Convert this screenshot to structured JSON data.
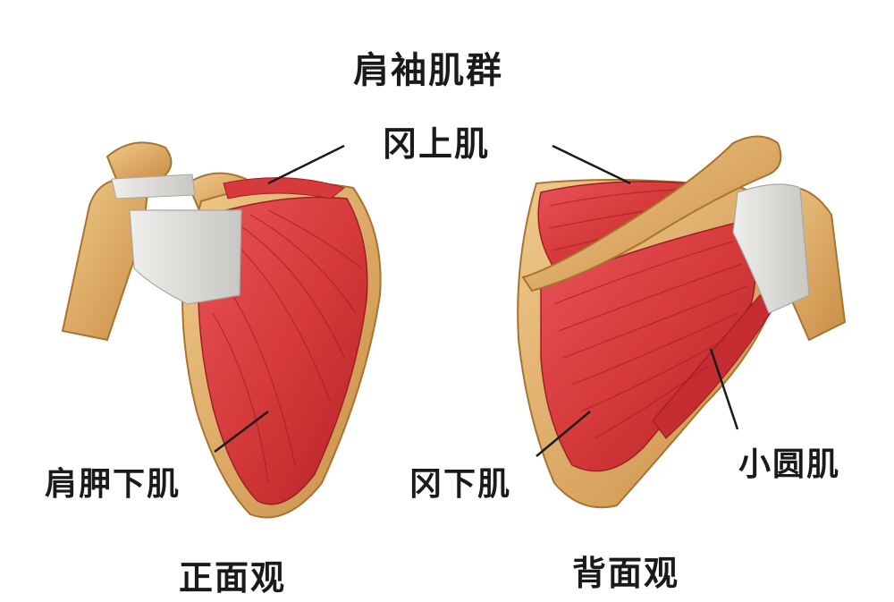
{
  "title": "肩袖肌群",
  "labels": {
    "supraspinatus": "冈上肌",
    "subscapularis": "肩胛下肌",
    "infraspinatus": "冈下肌",
    "teres_minor": "小圆肌"
  },
  "views": {
    "front": "正面观",
    "back": "背面观"
  },
  "colors": {
    "muscle": "#d63a3a",
    "muscle_dark": "#b52328",
    "bone": "#d9a560",
    "tendon": "#d8d6d2",
    "leader": "#1a1a1a"
  }
}
